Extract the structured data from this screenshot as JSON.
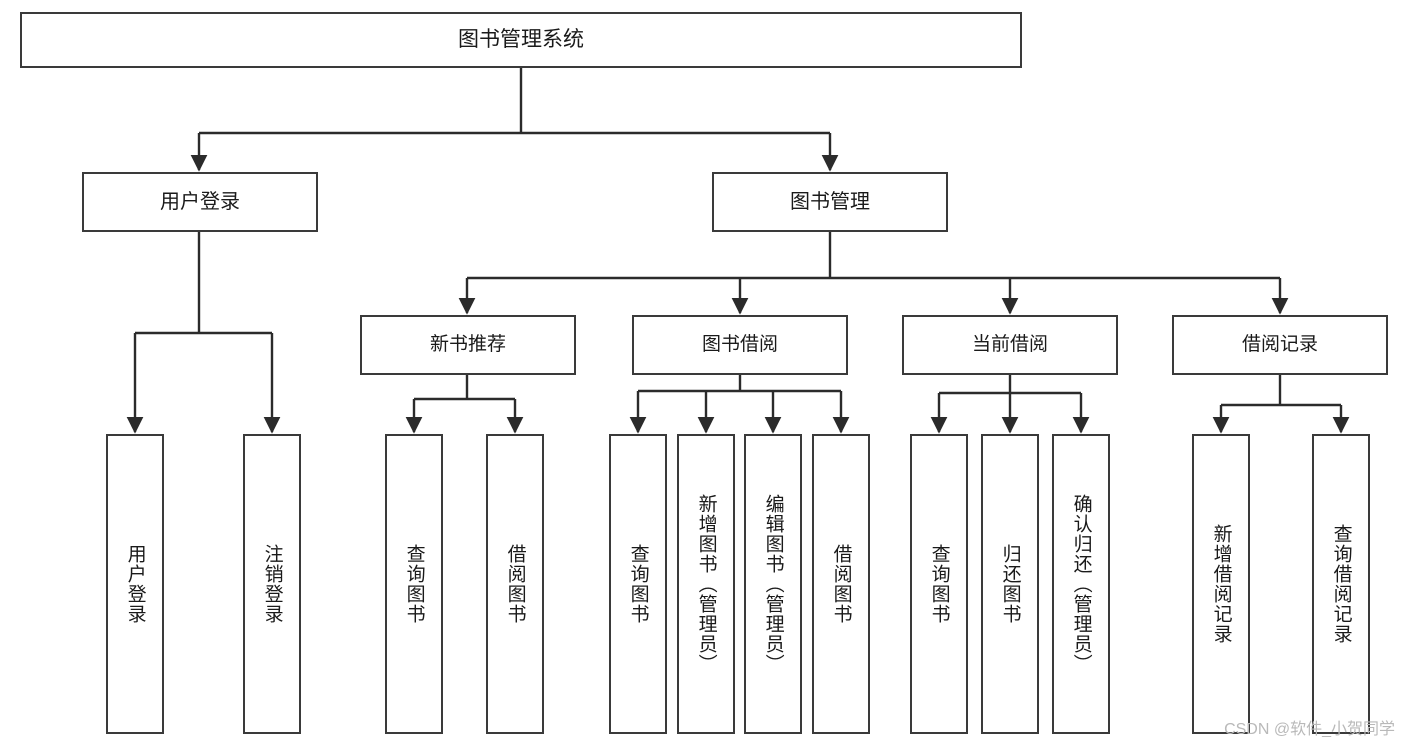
{
  "diagram": {
    "title": "图书管理系统",
    "type": "tree",
    "orientation": "top-down",
    "colors": {
      "box_border": "#3a3a3a",
      "box_fill": "#ffffff",
      "edge": "#2b2b2b",
      "text": "#1a1a1a",
      "watermark": "#b9b9b9"
    },
    "root": {
      "id": "root",
      "label": "图书管理系统"
    },
    "level1": [
      {
        "id": "user-login",
        "label": "用户登录"
      },
      {
        "id": "book-manage",
        "label": "图书管理"
      }
    ],
    "level2": [
      {
        "id": "new-book-recommend",
        "label": "新书推荐",
        "parent": "book-manage"
      },
      {
        "id": "book-borrow",
        "label": "图书借阅",
        "parent": "book-manage"
      },
      {
        "id": "current-borrow",
        "label": "当前借阅",
        "parent": "book-manage"
      },
      {
        "id": "borrow-record",
        "label": "借阅记录",
        "parent": "book-manage"
      }
    ],
    "leaves": [
      {
        "id": "leaf-user-login",
        "label": "用户登录",
        "parent": "user-login"
      },
      {
        "id": "leaf-user-logout",
        "label": "注销登录",
        "parent": "user-login"
      },
      {
        "id": "leaf-query-book-1",
        "label": "查询图书",
        "parent": "new-book-recommend"
      },
      {
        "id": "leaf-borrow-book-1",
        "label": "借阅图书",
        "parent": "new-book-recommend"
      },
      {
        "id": "leaf-query-book-2",
        "label": "查询图书",
        "parent": "book-borrow"
      },
      {
        "id": "leaf-add-book",
        "label": "新增图书（管理员）",
        "parent": "book-borrow"
      },
      {
        "id": "leaf-edit-book",
        "label": "编辑图书（管理员）",
        "parent": "book-borrow"
      },
      {
        "id": "leaf-borrow-book-2",
        "label": "借阅图书",
        "parent": "book-borrow"
      },
      {
        "id": "leaf-query-book-3",
        "label": "查询图书",
        "parent": "current-borrow"
      },
      {
        "id": "leaf-return-book",
        "label": "归还图书",
        "parent": "current-borrow"
      },
      {
        "id": "leaf-confirm-return",
        "label": "确认归还（管理员）",
        "parent": "current-borrow"
      },
      {
        "id": "leaf-add-record",
        "label": "新增借阅记录",
        "parent": "borrow-record"
      },
      {
        "id": "leaf-query-record",
        "label": "查询借阅记录",
        "parent": "borrow-record"
      }
    ],
    "watermark": "CSDN @软件_小贺同学"
  }
}
